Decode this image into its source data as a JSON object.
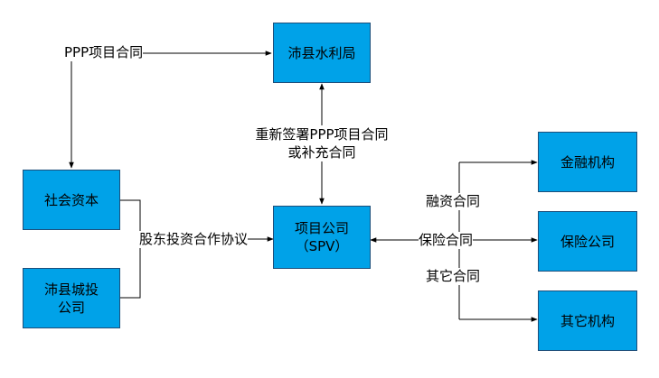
{
  "nodes": {
    "water_bureau": "沛县水利局",
    "social_capital": "社会资本",
    "city_investment": "沛县城投\n公司",
    "project_company": "项目公司\n（SPV）",
    "financial_institution": "金融机构",
    "insurance_company": "保险公司",
    "other_institution": "其它机构"
  },
  "edges": {
    "ppp_contract": "PPP项目合同",
    "resign_contract": "重新签署PPP项目合同\n或补充合同",
    "shareholder_agreement": "股东投资合作协议",
    "financing_contract": "融资合同",
    "insurance_contract": "保险合同",
    "other_contract": "其它合同"
  },
  "colors": {
    "box_fill": "#00a2e8",
    "box_border": "#1d4e7a",
    "line": "#000000"
  }
}
